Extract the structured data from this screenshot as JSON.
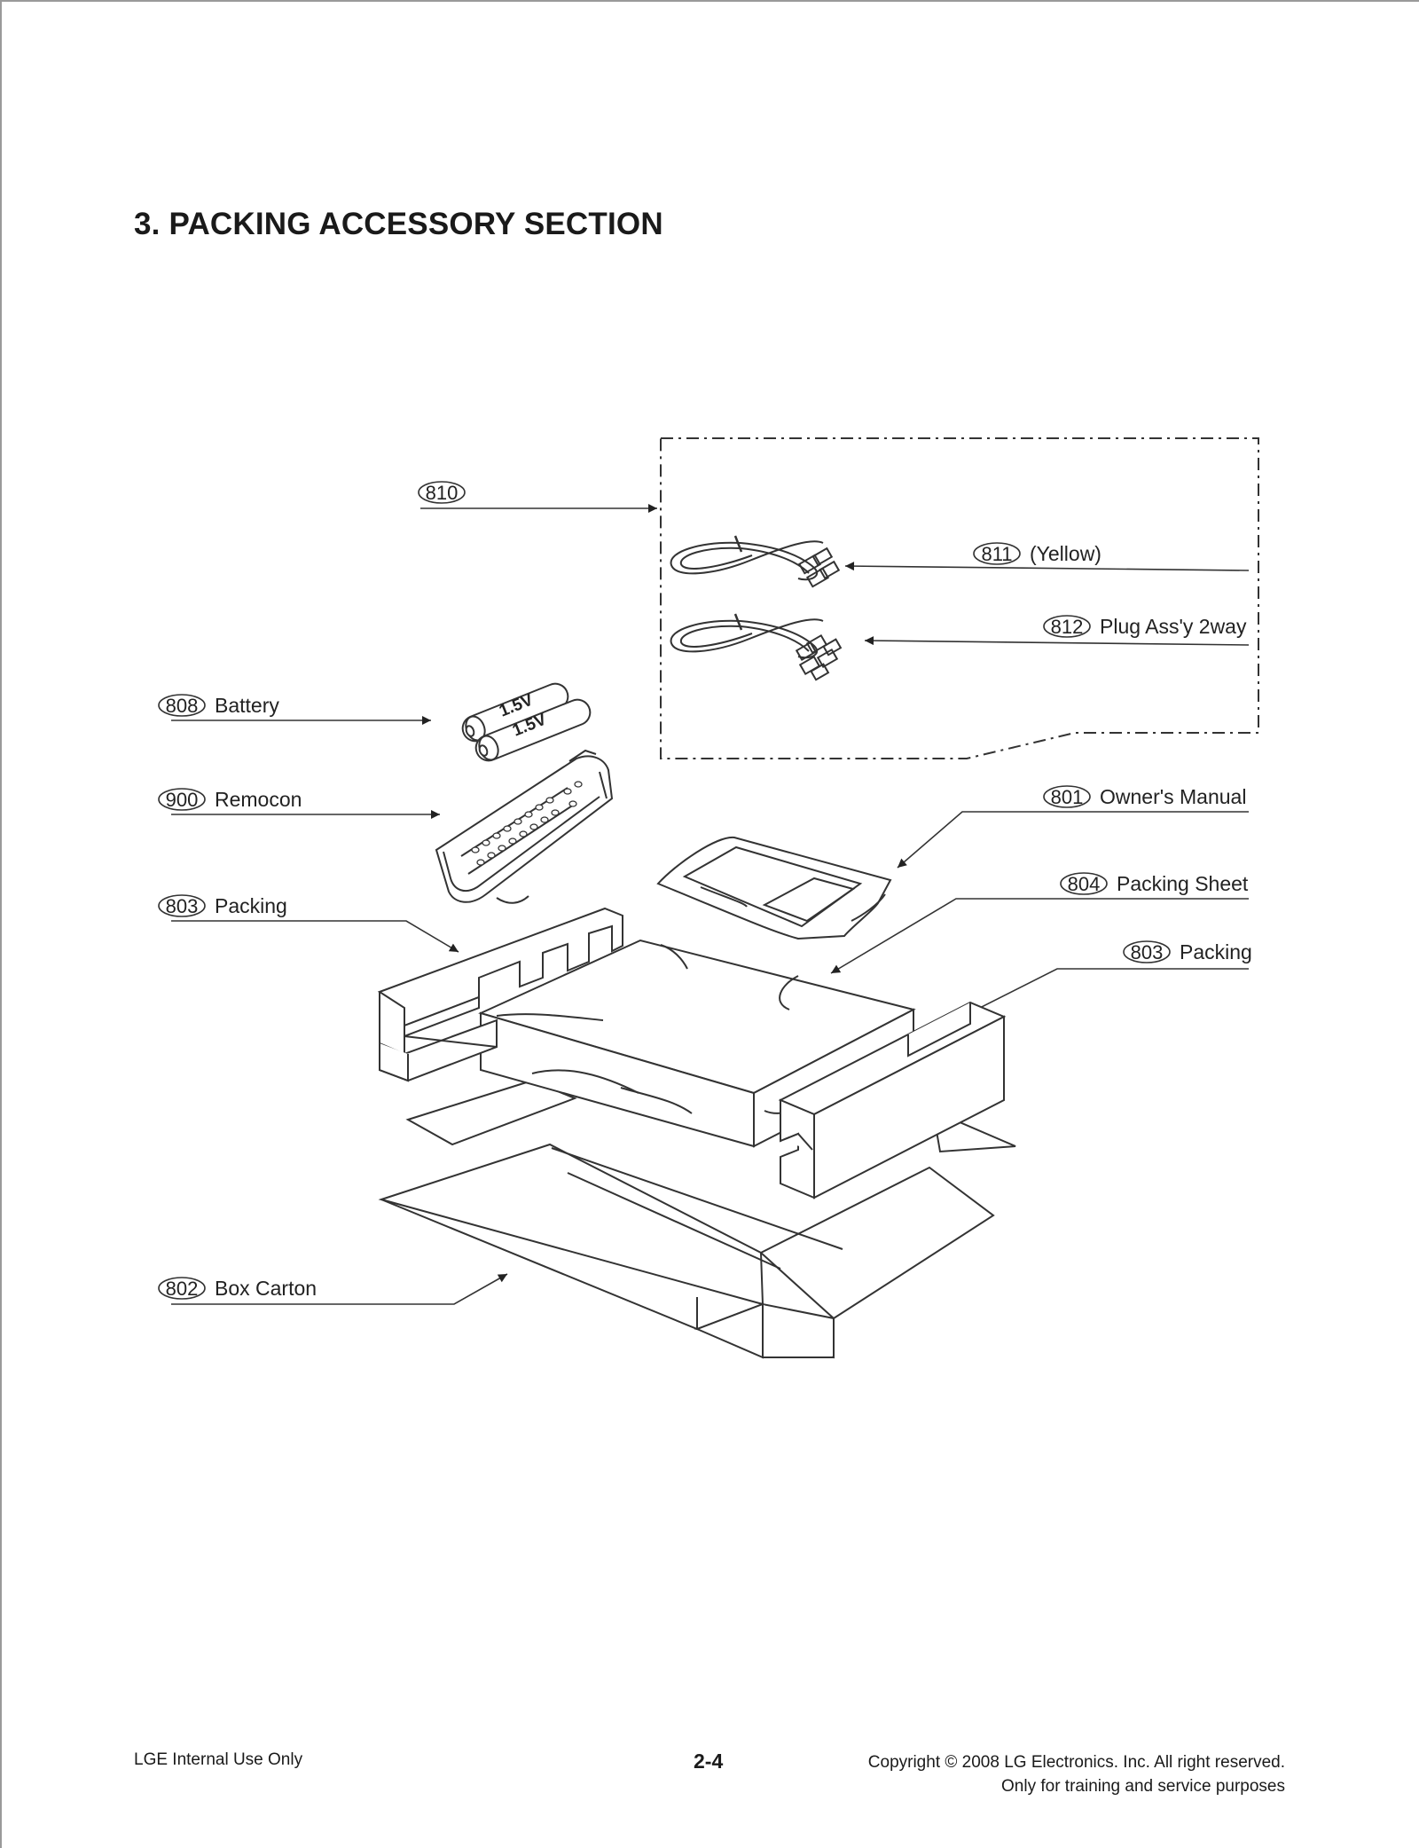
{
  "title": "3. PACKING ACCESSORY SECTION",
  "callouts": [
    {
      "number": "810",
      "label": ""
    },
    {
      "number": "811",
      "label": "(Yellow)"
    },
    {
      "number": "812",
      "label": "Plug Ass'y 2way"
    },
    {
      "number": "808",
      "label": "Battery"
    },
    {
      "number": "900",
      "label": "Remocon"
    },
    {
      "number": "801",
      "label": "Owner's Manual"
    },
    {
      "number": "803",
      "label": "Packing"
    },
    {
      "number": "804",
      "label": "Packing Sheet"
    },
    {
      "number": "803",
      "label": "Packing"
    },
    {
      "number": "802",
      "label": "Box Carton"
    }
  ],
  "battery_text": [
    "1.5V",
    "1.5V"
  ],
  "footer": {
    "left": "LGE Internal Use Only",
    "page": "2-4",
    "copyright": "Copyright © 2008 LG Electronics. Inc. All right reserved.",
    "purpose": "Only for training and service purposes"
  }
}
